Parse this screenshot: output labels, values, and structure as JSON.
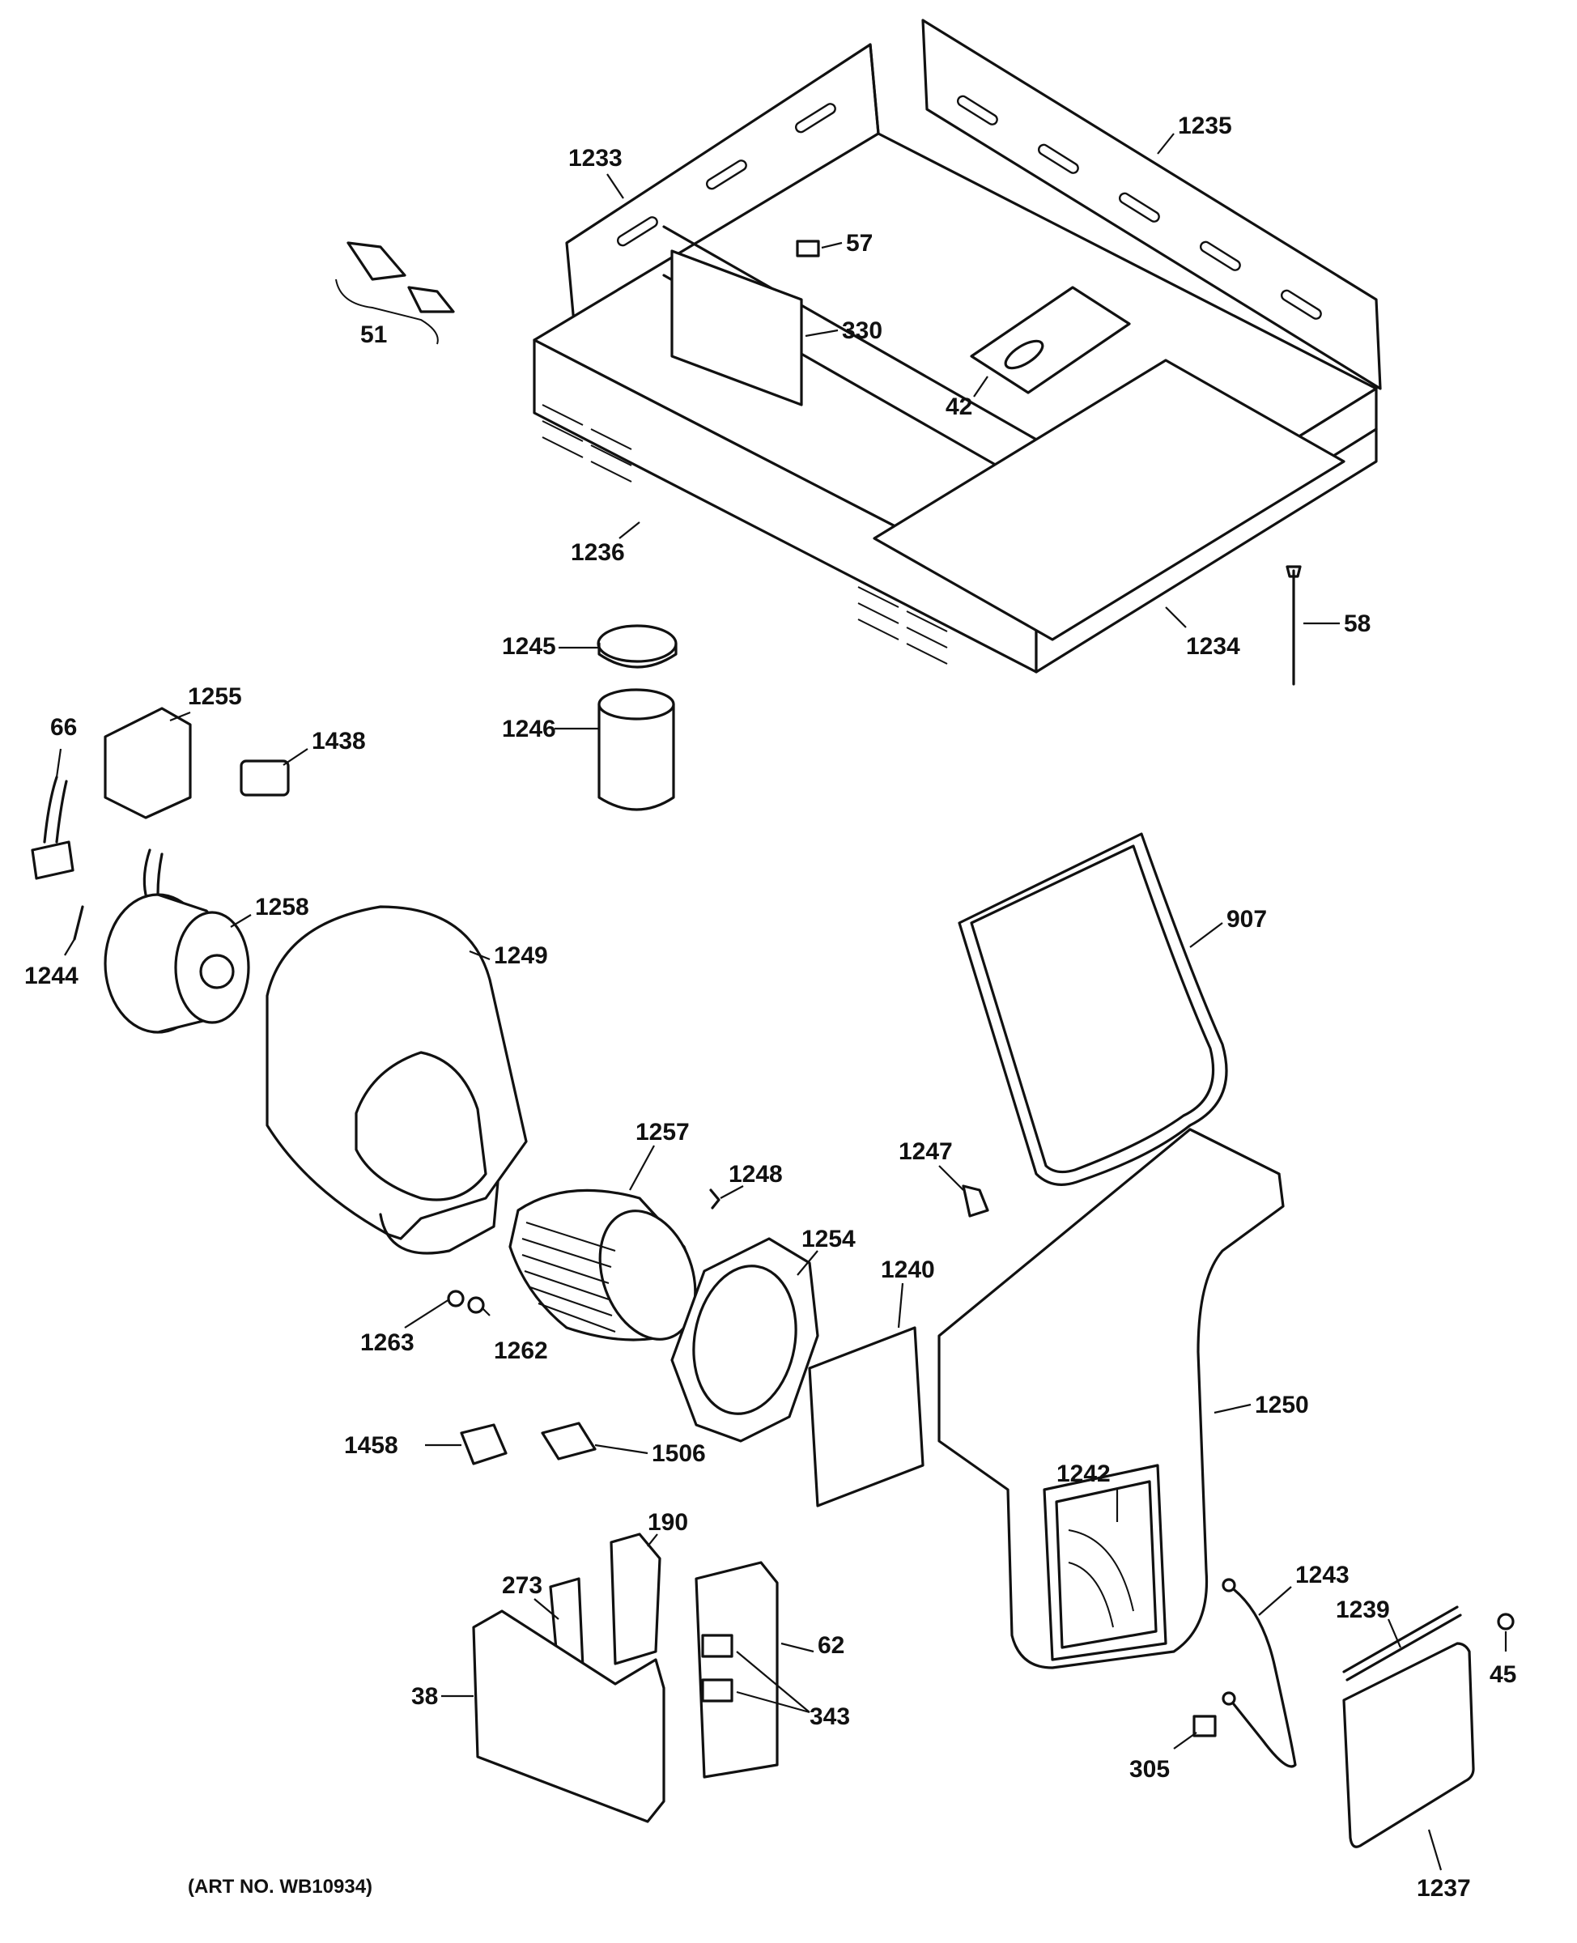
{
  "art_number": "(ART NO. WB10934)",
  "callouts": [
    {
      "id": "1233",
      "label": "1233"
    },
    {
      "id": "1235",
      "label": "1235"
    },
    {
      "id": "57",
      "label": "57"
    },
    {
      "id": "330",
      "label": "330"
    },
    {
      "id": "51",
      "label": "51"
    },
    {
      "id": "42",
      "label": "42"
    },
    {
      "id": "1236",
      "label": "1236"
    },
    {
      "id": "1234",
      "label": "1234"
    },
    {
      "id": "58",
      "label": "58"
    },
    {
      "id": "1245",
      "label": "1245"
    },
    {
      "id": "1246",
      "label": "1246"
    },
    {
      "id": "66",
      "label": "66"
    },
    {
      "id": "1255",
      "label": "1255"
    },
    {
      "id": "1438",
      "label": "1438"
    },
    {
      "id": "1258",
      "label": "1258"
    },
    {
      "id": "1249",
      "label": "1249"
    },
    {
      "id": "1244",
      "label": "1244"
    },
    {
      "id": "907",
      "label": "907"
    },
    {
      "id": "1257",
      "label": "1257"
    },
    {
      "id": "1248",
      "label": "1248"
    },
    {
      "id": "1247",
      "label": "1247"
    },
    {
      "id": "1254",
      "label": "1254"
    },
    {
      "id": "1240",
      "label": "1240"
    },
    {
      "id": "1263",
      "label": "1263"
    },
    {
      "id": "1262",
      "label": "1262"
    },
    {
      "id": "1250",
      "label": "1250"
    },
    {
      "id": "1458",
      "label": "1458"
    },
    {
      "id": "1506",
      "label": "1506"
    },
    {
      "id": "1242",
      "label": "1242"
    },
    {
      "id": "190",
      "label": "190"
    },
    {
      "id": "273",
      "label": "273"
    },
    {
      "id": "62",
      "label": "62"
    },
    {
      "id": "1243",
      "label": "1243"
    },
    {
      "id": "1239",
      "label": "1239"
    },
    {
      "id": "343",
      "label": "343"
    },
    {
      "id": "38",
      "label": "38"
    },
    {
      "id": "305",
      "label": "305"
    },
    {
      "id": "45",
      "label": "45"
    },
    {
      "id": "1237",
      "label": "1237"
    }
  ]
}
